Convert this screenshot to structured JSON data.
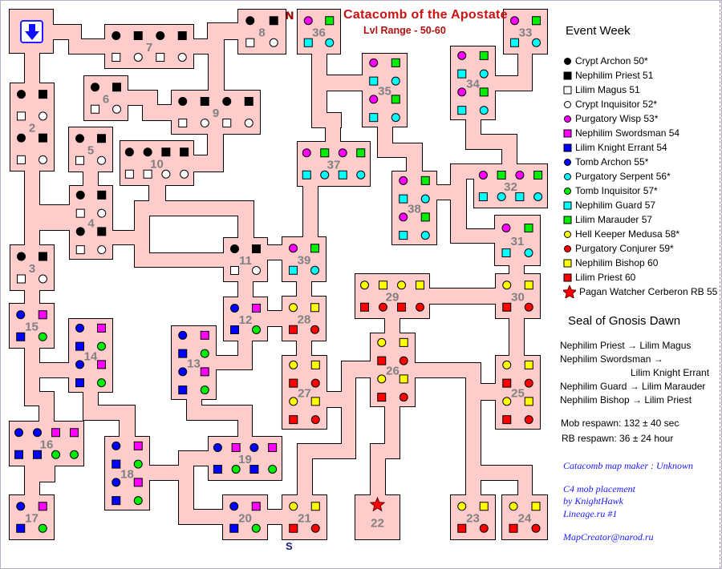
{
  "header": {
    "title": "Catacomb of the Apostate",
    "subtitle": "Lvl Range - 50-60",
    "north_label": "N",
    "south_label": "S",
    "entry_icon": "down-arrow-icon"
  },
  "colors": {
    "room_fill": "#ffcccc",
    "room_number": "#808080",
    "title": "#cc1111"
  },
  "mob_types": {
    "a": {
      "name": "Crypt Archon 50*",
      "shape": "circle",
      "color": "#000000"
    },
    "b": {
      "name": "Nephilim Priest 51",
      "shape": "square",
      "color": "#000000"
    },
    "c": {
      "name": "Lilim Magus 51",
      "shape": "square",
      "color": "#ffffff"
    },
    "d": {
      "name": "Crypt Inquisitor 52*",
      "shape": "circle",
      "color": "#ffffff"
    },
    "e": {
      "name": "Purgatory Wisp 53*",
      "shape": "circle",
      "color": "#ff00ff"
    },
    "f": {
      "name": "Nephilim Swordsman 54",
      "shape": "square",
      "color": "#ff00ff"
    },
    "g": {
      "name": "Lilim Knight Errant 54",
      "shape": "square",
      "color": "#0000ff"
    },
    "h": {
      "name": "Tomb Archon 55*",
      "shape": "circle",
      "color": "#0000ff"
    },
    "i": {
      "name": "Purgatory Serpent 56*",
      "shape": "circle",
      "color": "#00ffff"
    },
    "j": {
      "name": "Tomb Inquisitor 57*",
      "shape": "circle",
      "color": "#00ee00"
    },
    "k": {
      "name": "Nephilim Guard 57",
      "shape": "square",
      "color": "#00ffff"
    },
    "l": {
      "name": "Lilim Marauder 57",
      "shape": "square",
      "color": "#00ee00"
    },
    "m": {
      "name": "Hell Keeper Medusa 58*",
      "shape": "circle",
      "color": "#ffff00"
    },
    "n": {
      "name": "Purgatory Conjurer 59*",
      "shape": "circle",
      "color": "#ff0000"
    },
    "o": {
      "name": "Nephilim Bishop 60",
      "shape": "square",
      "color": "#ffff00"
    },
    "p": {
      "name": "Lilim Priest 60",
      "shape": "square",
      "color": "#ff0000"
    },
    "s": {
      "name": "Pagan Watcher Cerberon  RB 55",
      "shape": "star",
      "color": "#ff0000"
    }
  },
  "legend": {
    "title": "Event Week",
    "order": [
      "a",
      "b",
      "c",
      "d",
      "e",
      "f",
      "g",
      "h",
      "i",
      "j",
      "k",
      "l",
      "m",
      "n",
      "o",
      "p",
      "s"
    ]
  },
  "seal": {
    "title": "Seal of Gnosis Dawn",
    "lines": [
      "Nephilim Priest → Lilim Magus",
      "Nephilim Swordsman  →",
      "Lilim Knight Errant",
      "Nephilim Guard → Lilim Marauder",
      "Nephilim Bishop → Lilim Priest"
    ],
    "mob_respawn": "Mob respawn: 132 ± 40 sec",
    "rb_respawn": "RB respawn: 36 ± 24 hour"
  },
  "credits": {
    "map_maker": "Catacomb map maker : Unknown",
    "placement_1": "C4 mob placement",
    "placement_2": "by KnightHawk",
    "placement_3": "Lineage.ru #1",
    "email": "MapCreator@narod.ru"
  },
  "rooms": [
    {
      "number": "2",
      "mobs": [
        "ab",
        "cd",
        "ab",
        "cd"
      ]
    },
    {
      "number": "3",
      "mobs": [
        "ab",
        "cd"
      ]
    },
    {
      "number": "4",
      "mobs": [
        "ab",
        "cd",
        "ab",
        "cd"
      ]
    },
    {
      "number": "5",
      "mobs": [
        "ab",
        "cd"
      ]
    },
    {
      "number": "6",
      "mobs": [
        "ab",
        "cd"
      ]
    },
    {
      "number": "7",
      "mobs": [
        "abab",
        "cdcd"
      ]
    },
    {
      "number": "8",
      "mobs": [
        "ab",
        "cd"
      ]
    },
    {
      "number": "9",
      "mobs": [
        "abab",
        "cdcd"
      ]
    },
    {
      "number": "10",
      "mobs": [
        "aabb",
        "ccdd"
      ]
    },
    {
      "number": "11",
      "mobs": [
        "ab",
        "cd"
      ]
    },
    {
      "number": "12",
      "mobs": [
        "hf",
        "gj"
      ]
    },
    {
      "number": "13",
      "mobs": [
        "hf",
        "gj",
        "hf",
        "gj"
      ]
    },
    {
      "number": "14",
      "mobs": [
        "hf",
        "gj",
        "hf",
        "gj"
      ]
    },
    {
      "number": "15",
      "mobs": [
        "hf",
        "gj"
      ]
    },
    {
      "number": "16",
      "mobs": [
        "hhff",
        "ggjj"
      ]
    },
    {
      "number": "17",
      "mobs": [
        "hf",
        "gj"
      ]
    },
    {
      "number": "18",
      "mobs": [
        "hf",
        "gj",
        "hf",
        "gj"
      ]
    },
    {
      "number": "19",
      "mobs": [
        "hfhf",
        "gjgj"
      ]
    },
    {
      "number": "20",
      "mobs": [
        "hf",
        "gj"
      ]
    },
    {
      "number": "21",
      "mobs": [
        "mo",
        "pn"
      ]
    },
    {
      "number": "22",
      "mobs": [
        "s"
      ]
    },
    {
      "number": "23",
      "mobs": [
        "mo",
        "pn"
      ]
    },
    {
      "number": "24",
      "mobs": [
        "mo",
        "pn"
      ]
    },
    {
      "number": "25",
      "mobs": [
        "mo",
        "pn",
        "mo",
        "pn"
      ]
    },
    {
      "number": "26",
      "mobs": [
        "mo",
        "pn",
        "mo",
        "pn"
      ]
    },
    {
      "number": "27",
      "mobs": [
        "mo",
        "pn",
        "mo",
        "pn"
      ]
    },
    {
      "number": "28",
      "mobs": [
        "mo",
        "pn"
      ]
    },
    {
      "number": "29",
      "mobs": [
        "momo",
        "pnpn"
      ]
    },
    {
      "number": "30",
      "mobs": [
        "mo",
        "pn"
      ]
    },
    {
      "number": "31",
      "mobs": [
        "el",
        "ki"
      ]
    },
    {
      "number": "32",
      "mobs": [
        "elel",
        "kiki"
      ]
    },
    {
      "number": "33",
      "mobs": [
        "el",
        "ki"
      ]
    },
    {
      "number": "34",
      "mobs": [
        "el",
        "ki",
        "el",
        "ki"
      ]
    },
    {
      "number": "35",
      "mobs": [
        "el",
        "ki",
        "el",
        "ki"
      ]
    },
    {
      "number": "36",
      "mobs": [
        "el",
        "ki"
      ]
    },
    {
      "number": "37",
      "mobs": [
        "elel",
        "kiki"
      ]
    },
    {
      "number": "38",
      "mobs": [
        "el",
        "ki",
        "el",
        "ki"
      ]
    },
    {
      "number": "39",
      "mobs": [
        "el",
        "ki"
      ]
    }
  ]
}
